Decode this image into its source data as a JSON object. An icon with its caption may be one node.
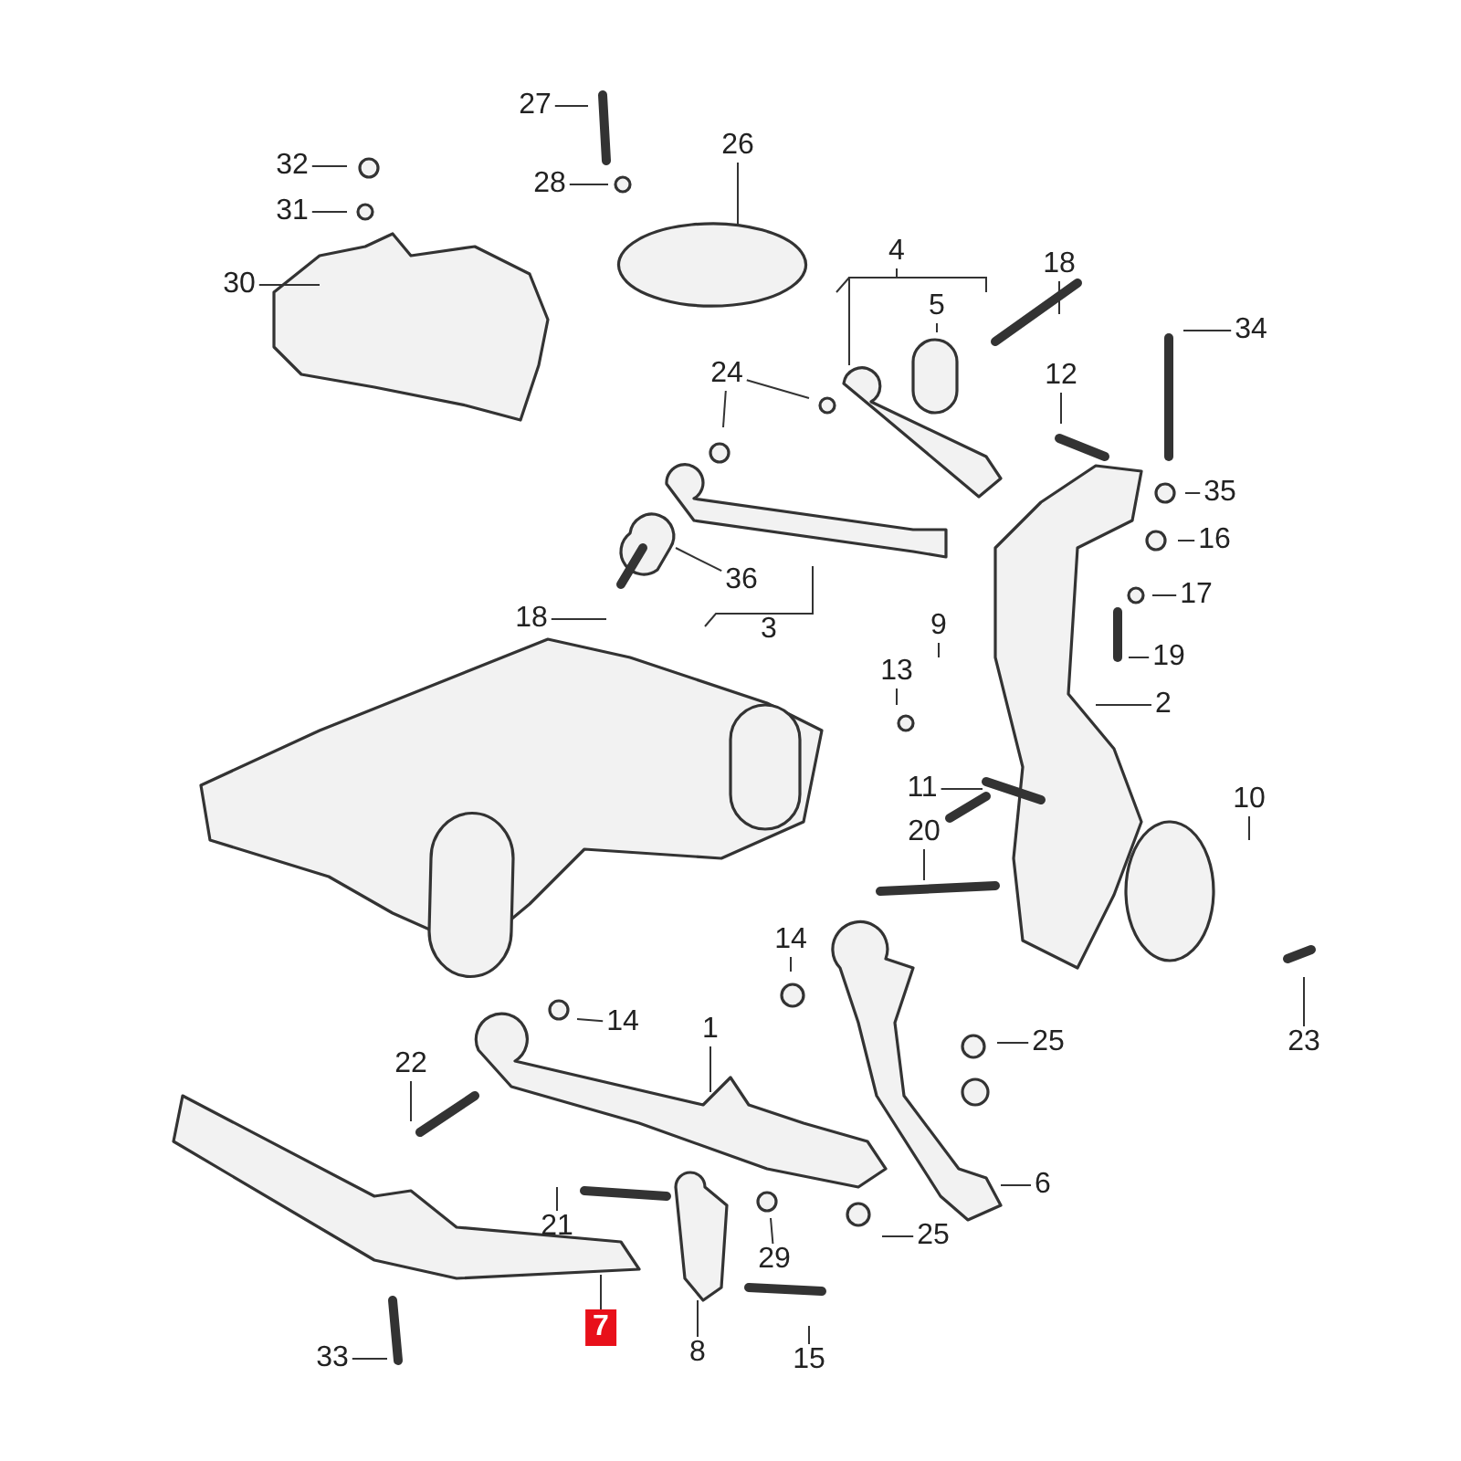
{
  "diagram": {
    "nodes": [
      {
        "text": [
          "27"
        ]
      },
      {
        "text": [
          "32"
        ]
      },
      {
        "text": [
          "26"
        ]
      },
      {
        "text": [
          "28"
        ]
      },
      {
        "text": [
          "31"
        ]
      },
      {
        "text": [
          "4"
        ]
      },
      {
        "text": [
          "18"
        ]
      },
      {
        "text": [
          "5"
        ]
      },
      {
        "text": [
          "30"
        ]
      },
      {
        "text": [
          "34"
        ]
      },
      {
        "text": [
          "24"
        ]
      },
      {
        "text": [
          "12"
        ]
      },
      {
        "text": [
          "35"
        ]
      },
      {
        "text": [
          "16"
        ]
      },
      {
        "text": [
          "36"
        ]
      },
      {
        "text": [
          "17"
        ]
      },
      {
        "text": [
          "18"
        ]
      },
      {
        "text": [
          "3"
        ]
      },
      {
        "text": [
          "9"
        ]
      },
      {
        "text": [
          "19"
        ]
      },
      {
        "text": [
          "13"
        ]
      },
      {
        "text": [
          "2"
        ]
      },
      {
        "text": [
          "11"
        ]
      },
      {
        "text": [
          "10"
        ]
      },
      {
        "text": [
          "20"
        ]
      },
      {
        "text": [
          "14"
        ]
      },
      {
        "text": [
          "14"
        ]
      },
      {
        "text": [
          "1"
        ]
      },
      {
        "text": [
          "25"
        ]
      },
      {
        "text": [
          "22"
        ]
      },
      {
        "text": [
          "23"
        ]
      },
      {
        "text": [
          "6"
        ]
      },
      {
        "text": [
          "21"
        ]
      },
      {
        "text": [
          "29"
        ]
      },
      {
        "text": [
          "25"
        ]
      },
      {
        "text": [
          "7"
        ]
      },
      {
        "text": [
          "33"
        ]
      },
      {
        "text": [
          "8"
        ]
      },
      {
        "text": [
          "15"
        ]
      }
    ],
    "edges": [
      {
        "from": 0,
        "to": null,
        "arrow": "none"
      },
      {
        "from": 1,
        "to": null,
        "arrow": "none"
      },
      {
        "from": 2,
        "to": null,
        "arrow": "none"
      },
      {
        "from": 3,
        "to": null,
        "arrow": "none"
      },
      {
        "from": 4,
        "to": null,
        "arrow": "none"
      },
      {
        "from": 5,
        "to": null,
        "arrow": "none"
      },
      {
        "from": 6,
        "to": null,
        "arrow": "none"
      },
      {
        "from": 7,
        "to": null,
        "arrow": "none"
      },
      {
        "from": 8,
        "to": null,
        "arrow": "none"
      },
      {
        "from": 9,
        "to": null,
        "arrow": "none"
      },
      {
        "from": 10,
        "to": null,
        "arrow": "none"
      },
      {
        "from": 10,
        "to": null,
        "arrow": "none"
      },
      {
        "from": 11,
        "to": null,
        "arrow": "none"
      },
      {
        "from": 12,
        "to": null,
        "arrow": "none"
      },
      {
        "from": 13,
        "to": null,
        "arrow": "none"
      },
      {
        "from": 14,
        "to": null,
        "arrow": "none"
      },
      {
        "from": 15,
        "to": null,
        "arrow": "none"
      },
      {
        "from": 16,
        "to": null,
        "arrow": "none"
      },
      {
        "from": 17,
        "to": null,
        "arrow": "none"
      },
      {
        "from": 18,
        "to": null,
        "arrow": "none"
      },
      {
        "from": 19,
        "to": null,
        "arrow": "none"
      },
      {
        "from": 20,
        "to": null,
        "arrow": "none"
      },
      {
        "from": 21,
        "to": null,
        "arrow": "none"
      },
      {
        "from": 22,
        "to": null,
        "arrow": "none"
      },
      {
        "from": 23,
        "to": null,
        "arrow": "none"
      },
      {
        "from": 24,
        "to": null,
        "arrow": "none"
      },
      {
        "from": 25,
        "to": null,
        "arrow": "none"
      },
      {
        "from": 26,
        "to": null,
        "arrow": "none"
      },
      {
        "from": 27,
        "to": null,
        "arrow": "none"
      },
      {
        "from": 28,
        "to": null,
        "arrow": "none"
      },
      {
        "from": 29,
        "to": null,
        "arrow": "none"
      },
      {
        "from": 30,
        "to": null,
        "arrow": "none"
      },
      {
        "from": 31,
        "to": null,
        "arrow": "none"
      },
      {
        "from": 32,
        "to": null,
        "arrow": "none"
      },
      {
        "from": 33,
        "to": null,
        "arrow": "none"
      },
      {
        "from": 34,
        "to": null,
        "arrow": "none"
      },
      {
        "from": 35,
        "to": null,
        "arrow": "none"
      },
      {
        "from": 36,
        "to": null,
        "arrow": "none"
      },
      {
        "from": 37,
        "to": null,
        "arrow": "none"
      },
      {
        "from": 38,
        "to": null,
        "arrow": "none"
      }
    ]
  }
}
